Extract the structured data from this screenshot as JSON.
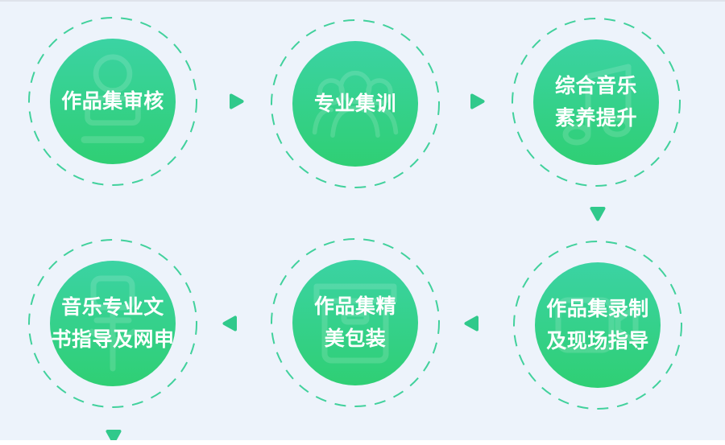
{
  "theme": {
    "colors": {
      "bg": "#edf3fb",
      "circle-top": "#3bd3a3",
      "circle-bottom": "#2fcf74",
      "dash": "#41d19c",
      "arrow": "#30c98b",
      "label": "#ffffff"
    }
  },
  "flow": {
    "steps": [
      {
        "id": 1,
        "label": "作品集审核",
        "lines": [
          "作品集审核"
        ],
        "icon": "stamp-icon"
      },
      {
        "id": 2,
        "label": "专业集训",
        "lines": [
          "专业集训"
        ],
        "icon": "group-icon"
      },
      {
        "id": 3,
        "label": "综合音乐素养提升",
        "lines": [
          "综合音乐",
          "素养提升"
        ],
        "icon": "music-note-icon"
      },
      {
        "id": 4,
        "label": "作品集录制及现场指导",
        "lines": [
          "作品集录制",
          "及现场指导"
        ],
        "icon": "video-camera-icon"
      },
      {
        "id": 5,
        "label": "作品集精美包装",
        "lines": [
          "作品集精",
          "美包装"
        ],
        "icon": "package-icon"
      },
      {
        "id": 6,
        "label": "音乐专业文书指导及网申",
        "lines": [
          "音乐专业文",
          "书指导及网申"
        ],
        "icon": "pen-icon"
      }
    ],
    "arrows": [
      {
        "direction": "right",
        "from": 1,
        "to": 2
      },
      {
        "direction": "right",
        "from": 2,
        "to": 3
      },
      {
        "direction": "down",
        "from": 3,
        "to": 4
      },
      {
        "direction": "left",
        "from": 4,
        "to": 5
      },
      {
        "direction": "left",
        "from": 5,
        "to": 6
      },
      {
        "direction": "down",
        "from": 6,
        "to": 7
      }
    ]
  }
}
